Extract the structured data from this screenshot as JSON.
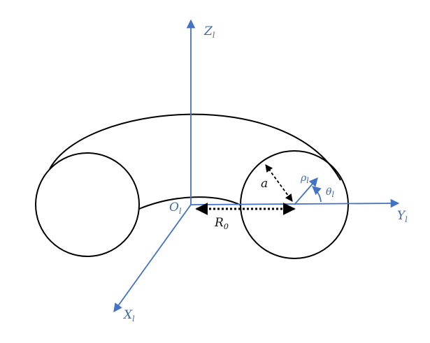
{
  "labels": {
    "z_axis": {
      "main": "Z",
      "sub": "l"
    },
    "y_axis": {
      "main": "Y",
      "sub": "l"
    },
    "x_axis": {
      "main": "X",
      "sub": "l"
    },
    "origin": {
      "main": "O",
      "sub": "l"
    },
    "major_radius": {
      "main": "R",
      "sub": "0"
    },
    "minor_radius": {
      "main": "a"
    },
    "rho": {
      "main": "ρ",
      "sub": "l"
    },
    "theta": {
      "main": "θ",
      "sub": "l"
    }
  },
  "colors": {
    "axis": "#4472c4",
    "outline": "#000000",
    "label_blue": "#3d6aa8"
  }
}
